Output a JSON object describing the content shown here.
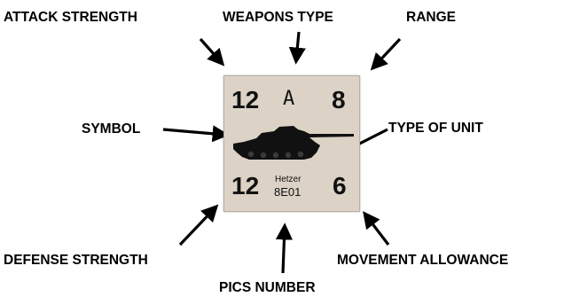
{
  "labels": {
    "attack_strength": "ATTACK STRENGTH",
    "weapons_type": "WEAPONS TYPE",
    "range": "RANGE",
    "symbol": "SYMBOL",
    "type_of_unit": "TYPE OF UNIT",
    "defense_strength": "DEFENSE STRENGTH",
    "pics_number": "PICS NUMBER",
    "movement_allowance": "MOVEMENT ALLOWANCE"
  },
  "counter": {
    "attack": "12",
    "weapons": "A",
    "range": "8",
    "defense": "12",
    "unit_name": "Hetzer",
    "pics": "8E01",
    "movement": "6",
    "colors": {
      "background": "#dcd2c6",
      "silhouette": "#111111"
    },
    "icon": "tank-silhouette-icon"
  }
}
